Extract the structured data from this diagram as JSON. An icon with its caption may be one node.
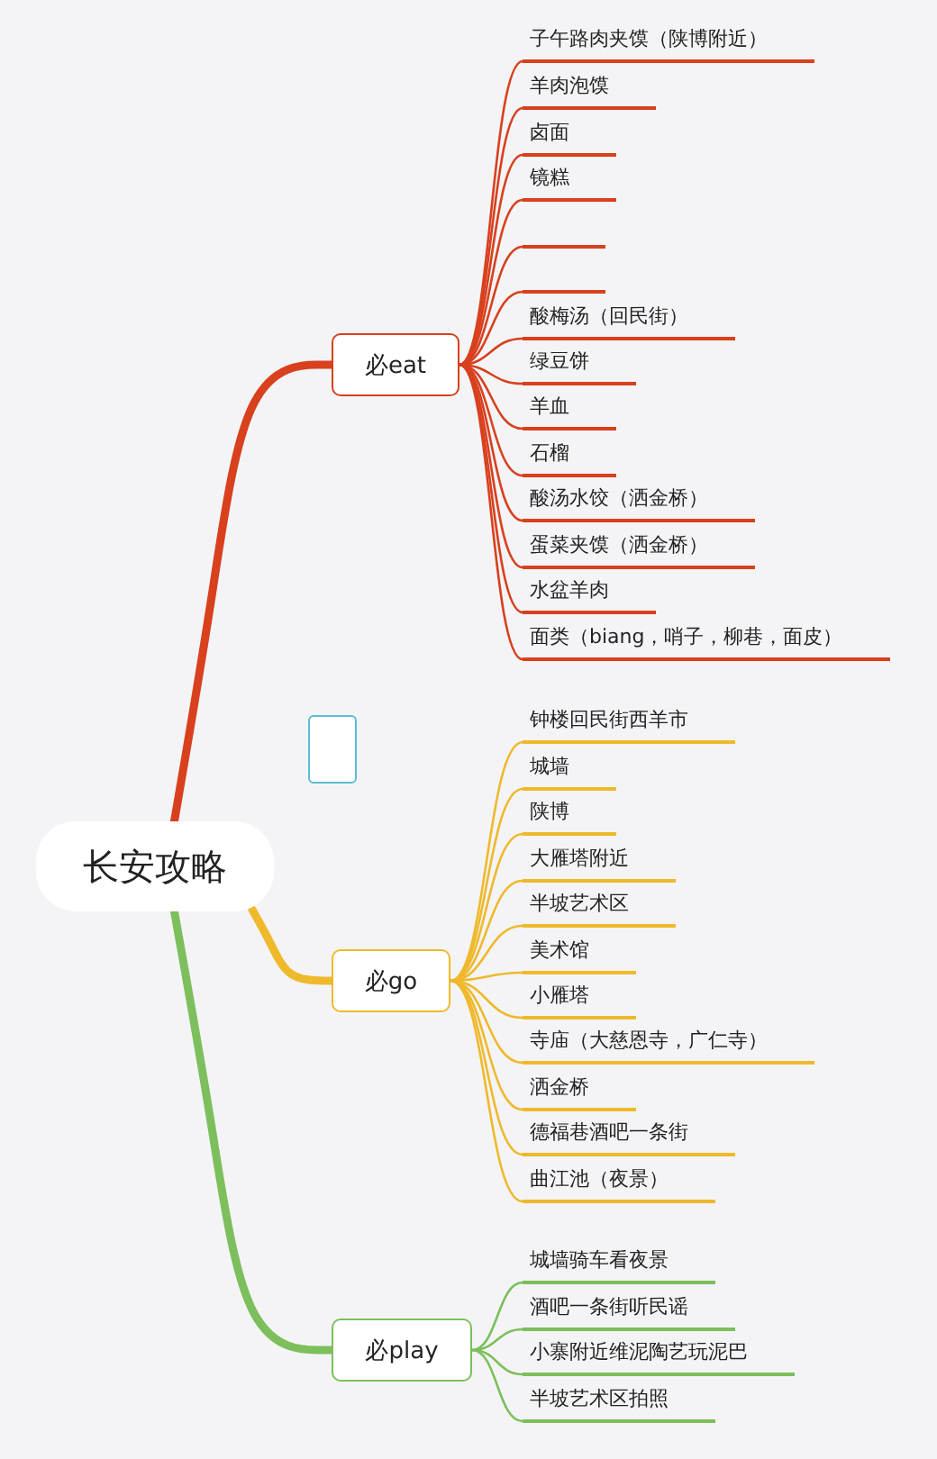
{
  "diagram": {
    "nodes": [
      {
        "text": [
          "长安攻略"
        ]
      },
      {
        "text": [
          "必eat"
        ]
      },
      {
        "text": [
          "子午路肉夹馍（陕博附近）"
        ]
      },
      {
        "text": [
          "羊肉泡馍"
        ]
      },
      {
        "text": [
          "卤面"
        ]
      },
      {
        "text": [
          "镜糕"
        ]
      },
      {
        "text": [],
        "shape": "bar"
      },
      {
        "text": [],
        "shape": "bar"
      },
      {
        "text": [
          "酸梅汤（回民街）"
        ]
      },
      {
        "text": [
          "绿豆饼"
        ]
      },
      {
        "text": [
          "羊血"
        ]
      },
      {
        "text": [
          "石榴"
        ]
      },
      {
        "text": [
          "酸汤水饺（洒金桥）"
        ]
      },
      {
        "text": [
          "蛋菜夹馍（洒金桥）"
        ]
      },
      {
        "text": [
          "水盆羊肉"
        ]
      },
      {
        "text": [
          "面类（biang，哨子，柳巷，面皮）"
        ]
      },
      {
        "text": [],
        "shape": "box"
      },
      {
        "text": [
          "必go"
        ]
      },
      {
        "text": [
          "钟楼回民街西羊市"
        ]
      },
      {
        "text": [
          "城墙"
        ]
      },
      {
        "text": [
          "陕博"
        ]
      },
      {
        "text": [
          "大雁塔附近"
        ]
      },
      {
        "text": [
          "半坡艺术区"
        ]
      },
      {
        "text": [
          "美术馆"
        ]
      },
      {
        "text": [
          "小雁塔"
        ]
      },
      {
        "text": [
          "寺庙（大慈恩寺，广仁寺）"
        ]
      },
      {
        "text": [
          "洒金桥"
        ]
      },
      {
        "text": [
          "德福巷酒吧一条街"
        ]
      },
      {
        "text": [
          "曲江池（夜景）"
        ]
      },
      {
        "text": [
          "必play"
        ]
      },
      {
        "text": [
          "城墙骑车看夜景"
        ]
      },
      {
        "text": [
          "酒吧一条街听民谣"
        ]
      },
      {
        "text": [
          "小寨附近维泥陶艺玩泥巴"
        ]
      },
      {
        "text": [
          "半坡艺术区拍照"
        ]
      }
    ],
    "edges": [
      {
        "from": 0,
        "to": 1,
        "arrow": "none",
        "style": "thick",
        "color": "#d8401e"
      },
      {
        "from": 0,
        "to": 17,
        "arrow": "none",
        "style": "thick",
        "color": "#efb92c"
      },
      {
        "from": 0,
        "to": 29,
        "arrow": "none",
        "style": "thick",
        "color": "#7cbf5c"
      },
      {
        "from": 1,
        "to": 2,
        "arrow": "none",
        "color": "#d8401e"
      },
      {
        "from": 1,
        "to": 3,
        "arrow": "none",
        "color": "#d8401e"
      },
      {
        "from": 1,
        "to": 4,
        "arrow": "none",
        "color": "#d8401e"
      },
      {
        "from": 1,
        "to": 5,
        "arrow": "none",
        "color": "#d8401e"
      },
      {
        "from": 1,
        "to": 6,
        "arrow": "none",
        "color": "#d8401e"
      },
      {
        "from": 1,
        "to": 7,
        "arrow": "none",
        "color": "#d8401e"
      },
      {
        "from": 1,
        "to": 8,
        "arrow": "none",
        "color": "#d8401e"
      },
      {
        "from": 1,
        "to": 9,
        "arrow": "none",
        "color": "#d8401e"
      },
      {
        "from": 1,
        "to": 10,
        "arrow": "none",
        "color": "#d8401e"
      },
      {
        "from": 1,
        "to": 11,
        "arrow": "none",
        "color": "#d8401e"
      },
      {
        "from": 1,
        "to": 12,
        "arrow": "none",
        "color": "#d8401e"
      },
      {
        "from": 1,
        "to": 13,
        "arrow": "none",
        "color": "#d8401e"
      },
      {
        "from": 1,
        "to": 14,
        "arrow": "none",
        "color": "#d8401e"
      },
      {
        "from": 1,
        "to": 15,
        "arrow": "none",
        "color": "#d8401e"
      },
      {
        "from": 17,
        "to": 18,
        "arrow": "none",
        "color": "#efb92c"
      },
      {
        "from": 17,
        "to": 19,
        "arrow": "none",
        "color": "#efb92c"
      },
      {
        "from": 17,
        "to": 20,
        "arrow": "none",
        "color": "#efb92c"
      },
      {
        "from": 17,
        "to": 21,
        "arrow": "none",
        "color": "#efb92c"
      },
      {
        "from": 17,
        "to": 22,
        "arrow": "none",
        "color": "#efb92c"
      },
      {
        "from": 17,
        "to": 23,
        "arrow": "none",
        "color": "#efb92c"
      },
      {
        "from": 17,
        "to": 24,
        "arrow": "none",
        "color": "#efb92c"
      },
      {
        "from": 17,
        "to": 25,
        "arrow": "none",
        "color": "#efb92c"
      },
      {
        "from": 17,
        "to": 26,
        "arrow": "none",
        "color": "#efb92c"
      },
      {
        "from": 17,
        "to": 27,
        "arrow": "none",
        "color": "#efb92c"
      },
      {
        "from": 17,
        "to": 28,
        "arrow": "none",
        "color": "#efb92c"
      },
      {
        "from": 29,
        "to": 30,
        "arrow": "none",
        "color": "#7cbf5c"
      },
      {
        "from": 29,
        "to": 31,
        "arrow": "none",
        "color": "#7cbf5c"
      },
      {
        "from": 29,
        "to": 32,
        "arrow": "none",
        "color": "#7cbf5c"
      },
      {
        "from": 29,
        "to": 33,
        "arrow": "none",
        "color": "#7cbf5c"
      }
    ]
  }
}
